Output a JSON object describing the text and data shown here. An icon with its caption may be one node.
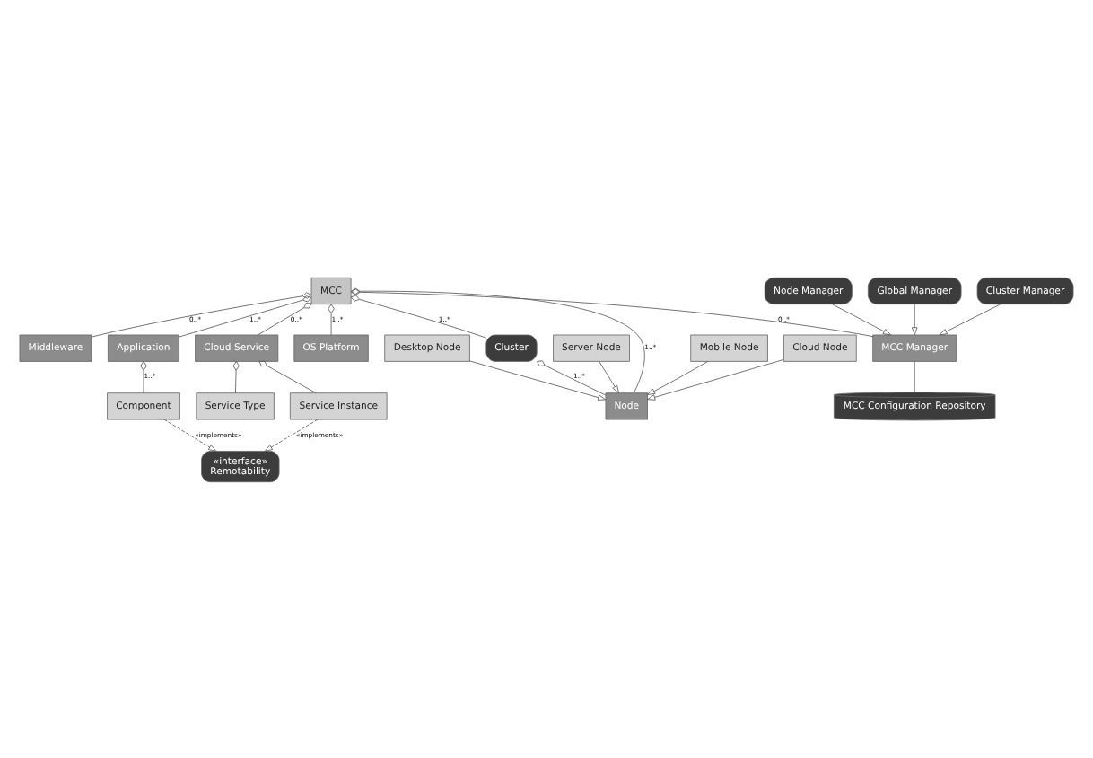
{
  "diagram": {
    "nodes": [
      {
        "text": [
          "Cluster"
        ]
      },
      {
        "text": [
          "Node"
        ]
      },
      {
        "text": [
          "MCC"
        ]
      },
      {
        "text": [
          "OS Platform"
        ]
      },
      {
        "text": [
          "Middleware"
        ]
      },
      {
        "text": [
          "Mobile Node"
        ]
      },
      {
        "text": [
          "Cloud Node"
        ]
      },
      {
        "text": [
          "Desktop Node"
        ]
      },
      {
        "text": [
          "Server Node"
        ]
      },
      {
        "text": [
          "Application"
        ]
      },
      {
        "text": [
          "Cloud Service"
        ]
      },
      {
        "text": [
          "MCC Manager"
        ]
      },
      {
        "text": [
          "Global Manager"
        ]
      },
      {
        "text": [
          "Cluster Manager"
        ]
      },
      {
        "text": [
          "Node Manager"
        ]
      },
      {
        "text": [
          "Component"
        ]
      },
      {
        "text": [
          "Service Type"
        ]
      },
      {
        "text": [
          "Service Instance"
        ]
      },
      {
        "text": [
          "«interface»",
          "Remotability"
        ]
      },
      {
        "text": [
          "MCC Configuration Repository"
        ]
      }
    ],
    "edges": [
      {
        "from": 0,
        "to": 1,
        "arrow": "other",
        "label": "1..*"
      },
      {
        "from": 2,
        "to": 0,
        "arrow": "other",
        "label": "1..*"
      },
      {
        "from": 2,
        "to": 1,
        "arrow": "other",
        "label": "1..*"
      },
      {
        "from": 2,
        "to": 3,
        "arrow": "other",
        "label": "1..*"
      },
      {
        "from": 2,
        "to": 4,
        "arrow": "other",
        "label": "0..*"
      },
      {
        "from": 2,
        "to": 9,
        "arrow": "other",
        "label": "1..*"
      },
      {
        "from": 2,
        "to": 10,
        "arrow": "other",
        "label": "0..*"
      },
      {
        "from": 2,
        "to": 11,
        "arrow": "other",
        "label": "0..*"
      },
      {
        "from": 5,
        "to": 1,
        "arrow": "to"
      },
      {
        "from": 6,
        "to": 1,
        "arrow": "to"
      },
      {
        "from": 7,
        "to": 1,
        "arrow": "to"
      },
      {
        "from": 8,
        "to": 1,
        "arrow": "to"
      },
      {
        "from": 12,
        "to": 11,
        "arrow": "to"
      },
      {
        "from": 13,
        "to": 11,
        "arrow": "to"
      },
      {
        "from": 14,
        "to": 11,
        "arrow": "to"
      },
      {
        "from": 9,
        "to": 15,
        "arrow": "other",
        "label": "1..*"
      },
      {
        "from": 10,
        "to": 16,
        "arrow": "other"
      },
      {
        "from": 10,
        "to": 17,
        "arrow": "other"
      },
      {
        "from": 15,
        "to": 18,
        "arrow": "to",
        "style": "dashed",
        "label": "«implements»"
      },
      {
        "from": 17,
        "to": 18,
        "arrow": "to",
        "style": "dashed",
        "label": "«implements»"
      },
      {
        "from": 11,
        "to": 19,
        "arrow": "none"
      }
    ]
  }
}
